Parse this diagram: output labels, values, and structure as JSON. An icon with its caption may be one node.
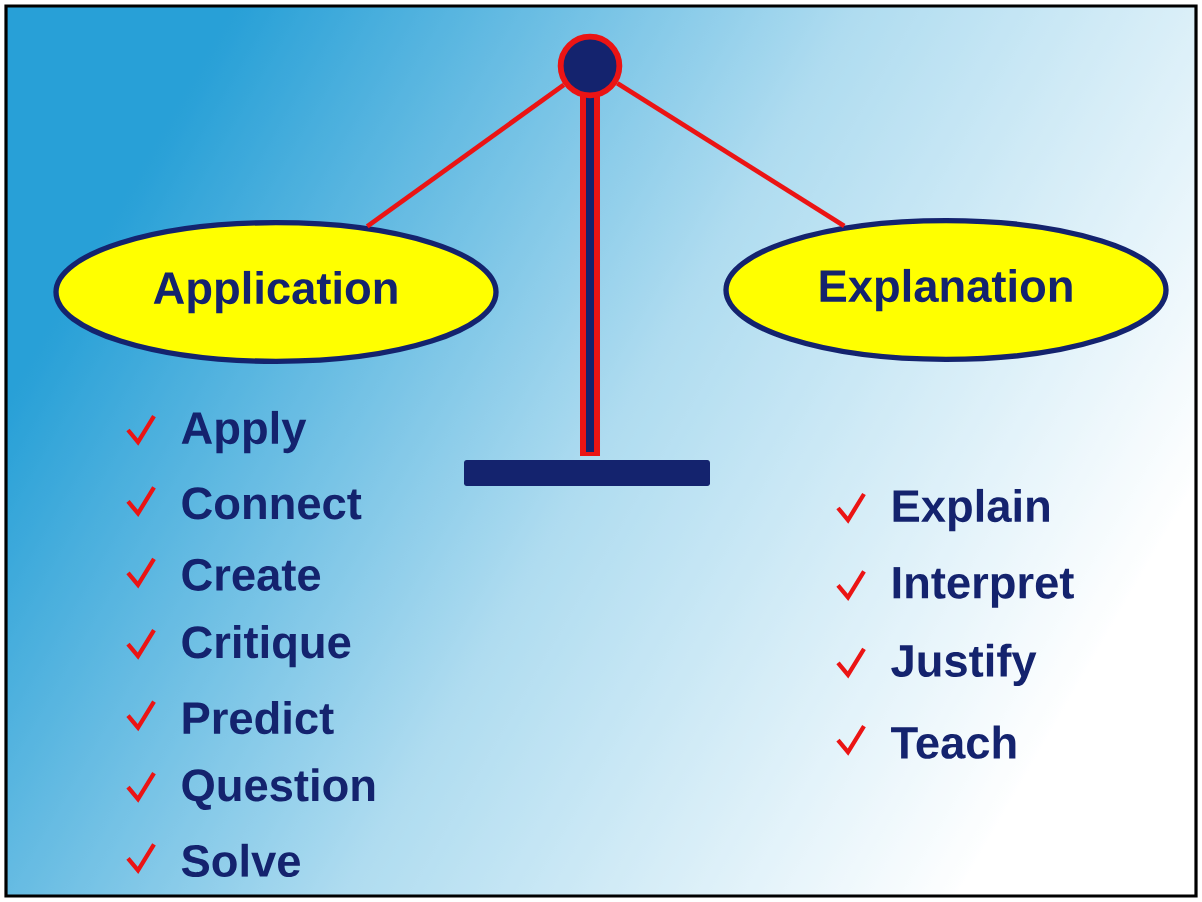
{
  "diagram": {
    "nodes": [
      {
        "text": [],
        "shape": "circle"
      },
      {
        "text": [
          "Application"
        ]
      },
      {
        "text": [
          "Explanation"
        ]
      }
    ],
    "edges": [
      {
        "from": 0,
        "to": 1,
        "arrow": "none"
      },
      {
        "from": 0,
        "to": 2,
        "arrow": "none"
      }
    ],
    "labels": [
      "Apply",
      "Connect",
      "Create",
      "Critique",
      "Predict",
      "Question",
      "Solve",
      "Explain",
      "Interpret",
      "Justify",
      "Teach"
    ]
  }
}
